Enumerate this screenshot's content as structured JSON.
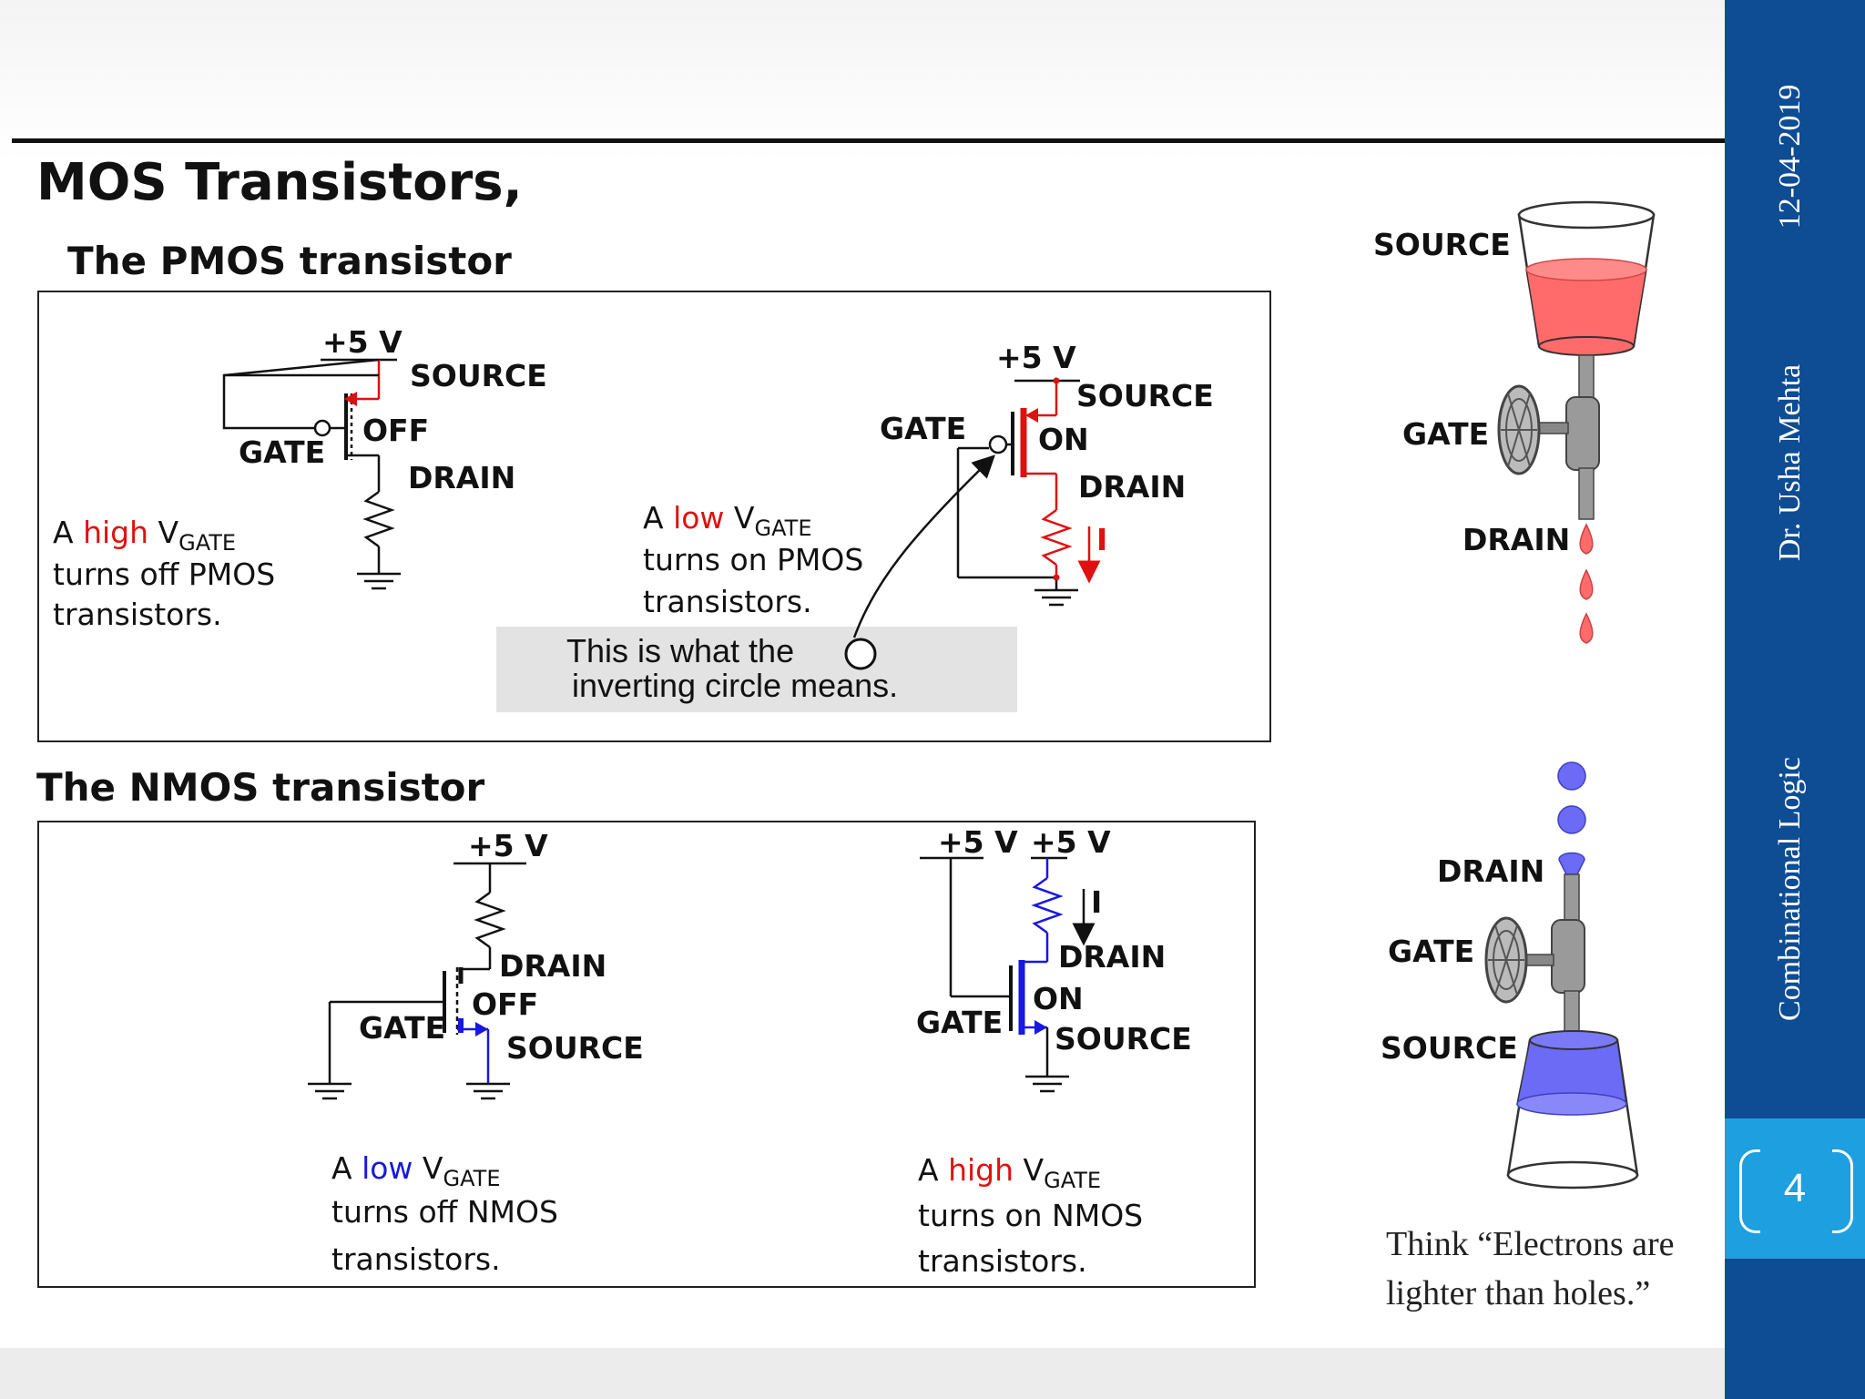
{
  "sidebar": {
    "date": "12-04-2019",
    "author": "Dr. Usha Mehta",
    "topic": "Combinational  Logic",
    "page_number": "4"
  },
  "slide": {
    "title": "MOS Transistors,",
    "pmos_title": "The PMOS transistor",
    "nmos_title": "The NMOS transistor"
  },
  "labels": {
    "plus5v": "+5 V",
    "source": "SOURCE",
    "drain": "DRAIN",
    "gate": "GATE",
    "off": "OFF",
    "on": "ON",
    "current": "I"
  },
  "captions": {
    "pmos_off": {
      "a": "A ",
      "word": "high",
      "v": " V",
      "sub": "GATE",
      "line2": "turns off PMOS",
      "line3": "transistors."
    },
    "pmos_on": {
      "a": "A ",
      "word": "low",
      "v": " V",
      "sub": "GATE",
      "line2": "turns on PMOS",
      "line3": "transistors."
    },
    "nmos_off": {
      "a": "A ",
      "word": "low",
      "v": " V",
      "sub": "GATE",
      "line2": "turns off NMOS",
      "line3": "transistors."
    },
    "nmos_on": {
      "a": "A ",
      "word": "high",
      "v": " V",
      "sub": "GATE",
      "line2": "turns on NMOS",
      "line3": "transistors."
    }
  },
  "note": {
    "line1": "This is what the",
    "line2": "inverting circle means."
  },
  "analogy": {
    "line1": "Think “Electrons are",
    "line2": "lighter than holes.”"
  },
  "colors": {
    "sidebar_blue": "#0e4c93",
    "page_tab": "#1d9fe0",
    "pmos_red": "#e01010",
    "nmos_blue": "#1818e0",
    "water_red": "#ff6b6b",
    "water_blue": "#6b6bf5"
  }
}
